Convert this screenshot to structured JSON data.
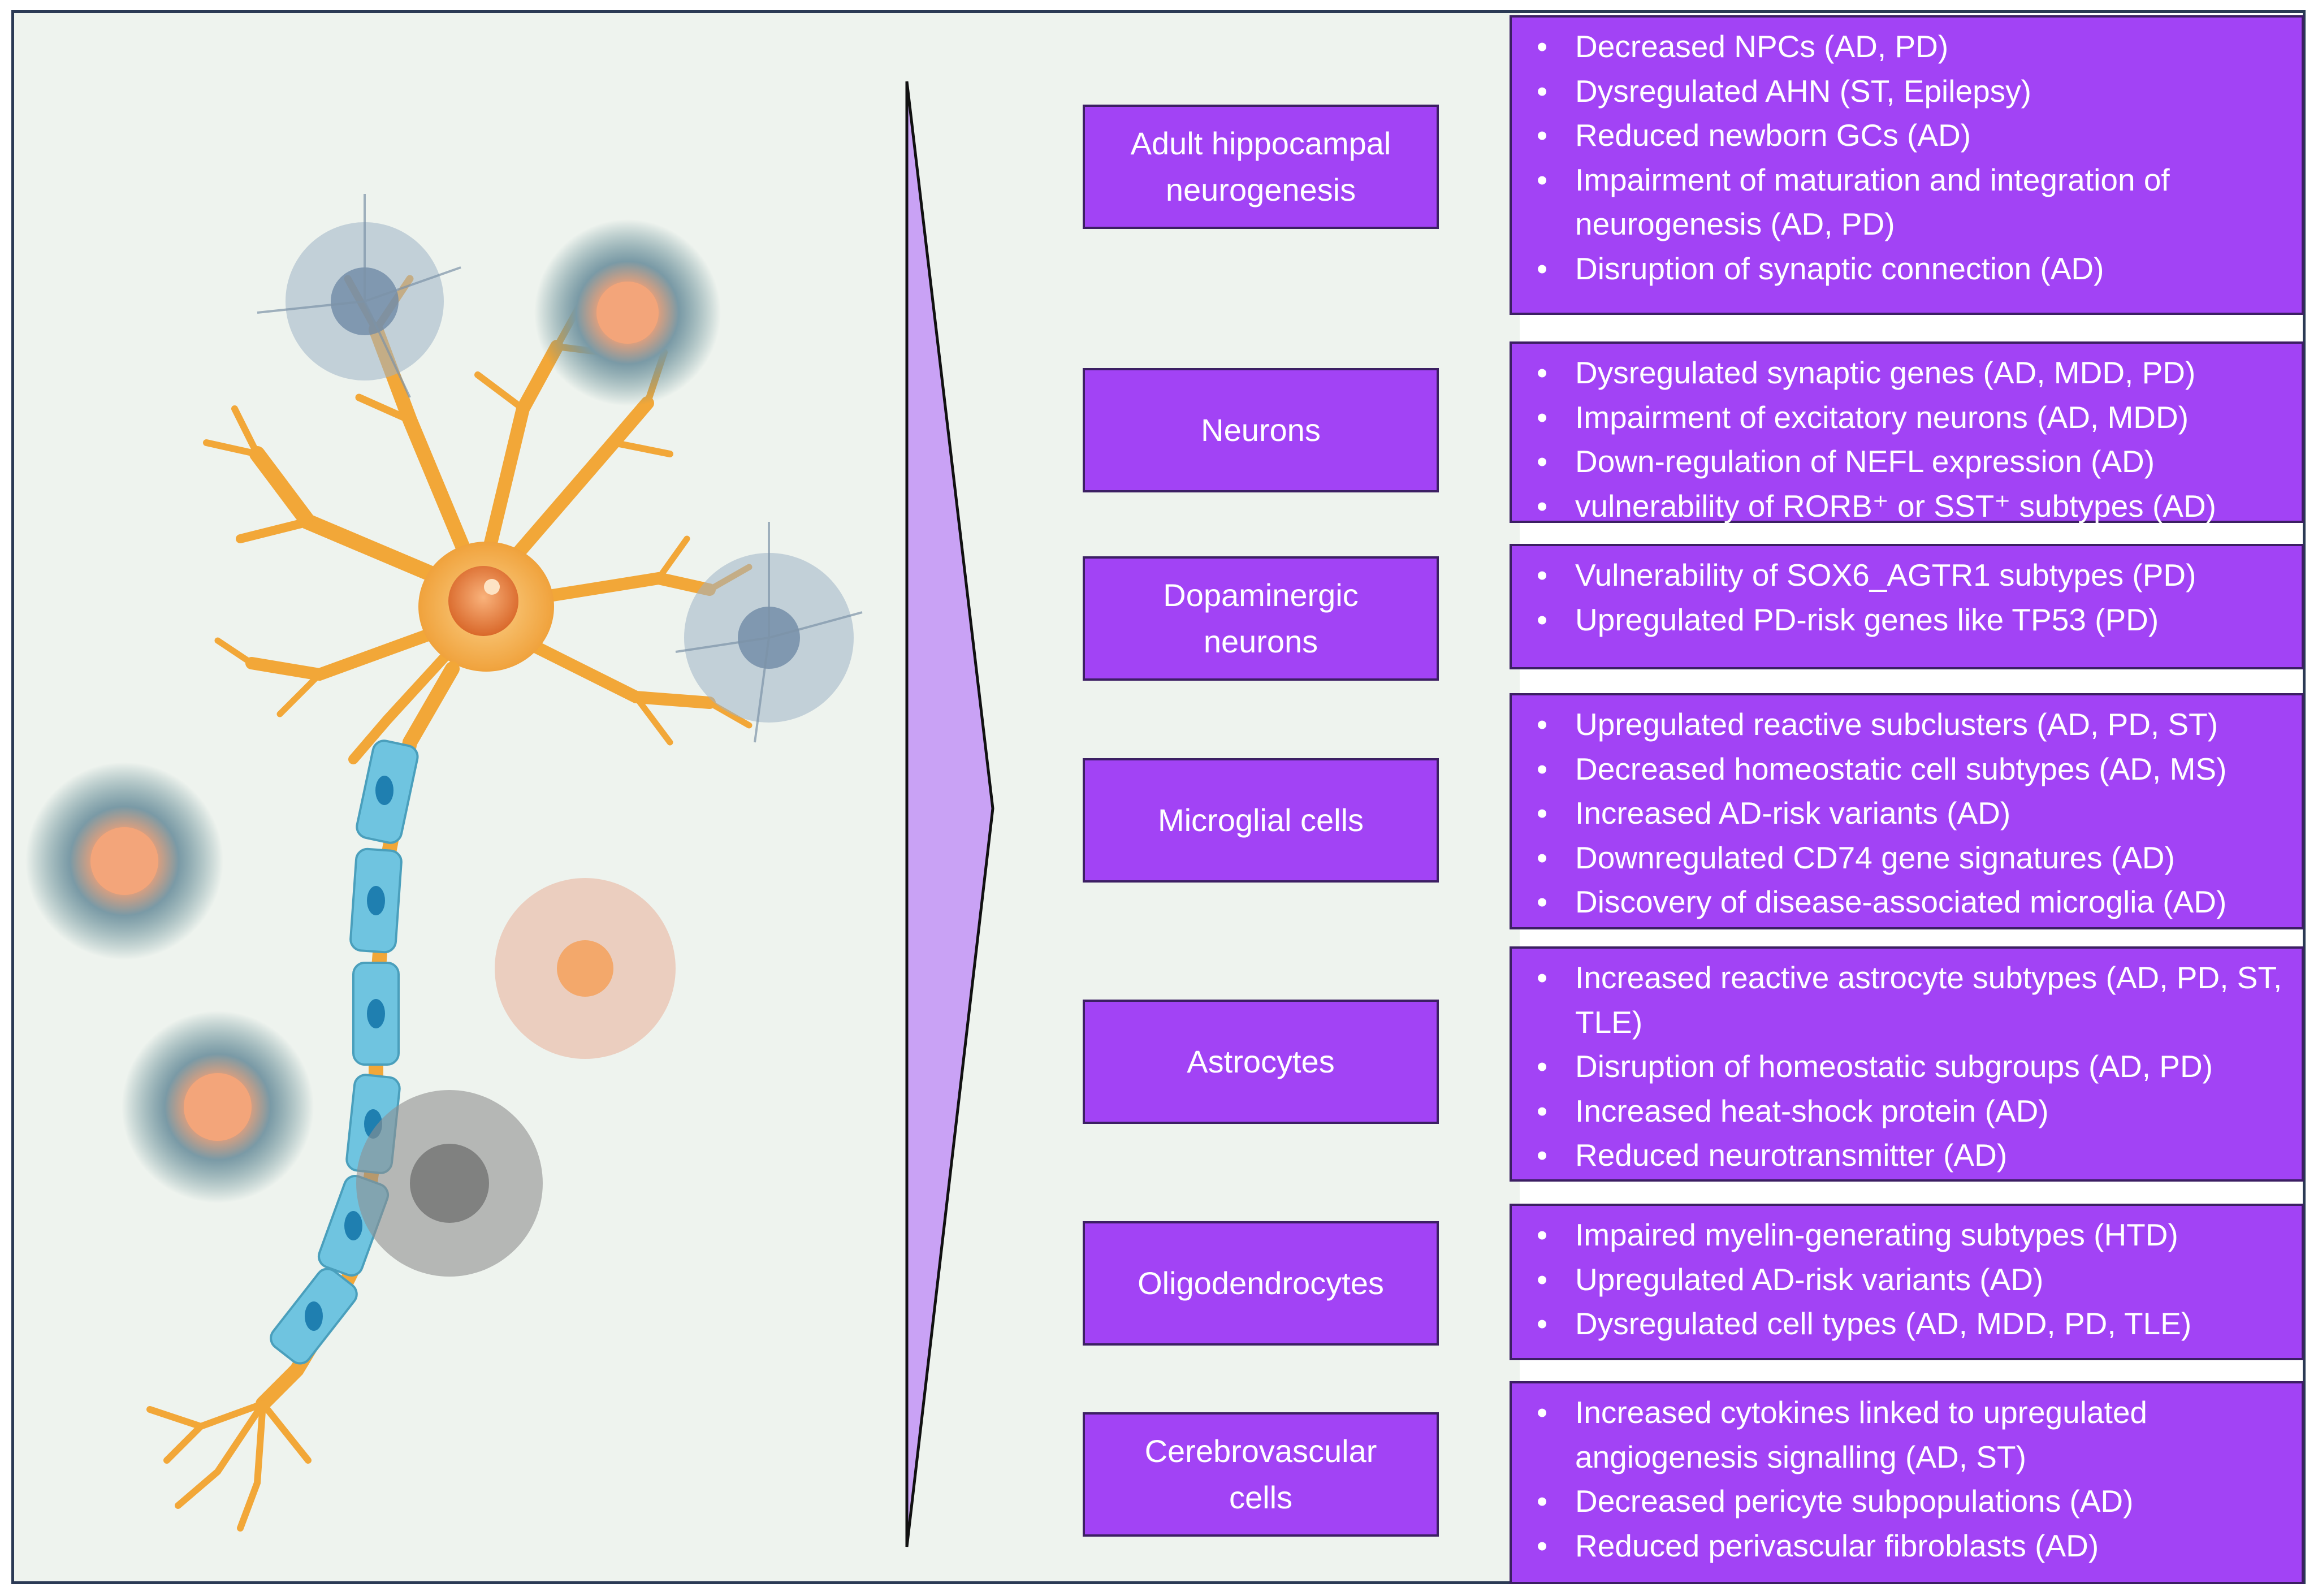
{
  "rows": [
    {
      "cell": "Adult hippocampal\nneurogenesis",
      "features": [
        "Decreased NPCs (AD, PD)",
        "Dysregulated AHN (ST, Epilepsy)",
        "Reduced newborn GCs (AD)",
        "Impairment of maturation and integration of neurogenesis  (AD, PD)",
        "Disruption of synaptic connection (AD)"
      ]
    },
    {
      "cell": "Neurons",
      "features": [
        "Dysregulated synaptic genes (AD, MDD, PD)",
        "Impairment of excitatory neurons (AD, MDD)",
        "Down-regulation of NEFL expression (AD)",
        "vulnerability of RORB⁺ or SST⁺ subtypes (AD)"
      ]
    },
    {
      "cell": "Dopaminergic\nneurons",
      "features": [
        "Vulnerability of SOX6_AGTR1 subtypes (PD)",
        "Upregulated PD-risk genes  like TP53 (PD)"
      ]
    },
    {
      "cell": "Microglial cells",
      "features": [
        "Upregulated reactive subclusters (AD, PD, ST)",
        "Decreased homeostatic cell subtypes (AD, MS)",
        "Increased AD-risk variants (AD)",
        "Downregulated CD74 gene signatures (AD)",
        "Discovery of disease-associated microglia (AD)"
      ]
    },
    {
      "cell": "Astrocytes",
      "features": [
        "Increased reactive astrocyte subtypes (AD, PD, ST, TLE)",
        "Disruption of homeostatic subgroups (AD, PD)",
        "Increased heat-shock protein (AD)",
        "Reduced neurotransmitter (AD)"
      ]
    },
    {
      "cell": "Oligodendrocytes",
      "features": [
        "Impaired myelin-generating subtypes (HTD)",
        "Upregulated AD-risk variants (AD)",
        "Dysregulated cell types (AD, MDD, PD, TLE)"
      ]
    },
    {
      "cell": "Cerebrovascular\ncells",
      "features": [
        "Increased cytokines linked to upregulated angiogenesis signalling (AD, ST)",
        "Decreased pericyte subpopulations (AD)",
        "Reduced perivascular fibroblasts (AD)"
      ]
    }
  ],
  "colors": {
    "box_fill": "#a243f5",
    "box_border": "#3c1f63",
    "funnel_fill": "#c9a2f5",
    "panel_bg": "#eef3ee",
    "neuron": "#f2a738",
    "myelin": "#6fc4e0",
    "nucleus": "#e56a28"
  },
  "icons": [
    "neuron-illustration",
    "glia-cell-icon"
  ]
}
